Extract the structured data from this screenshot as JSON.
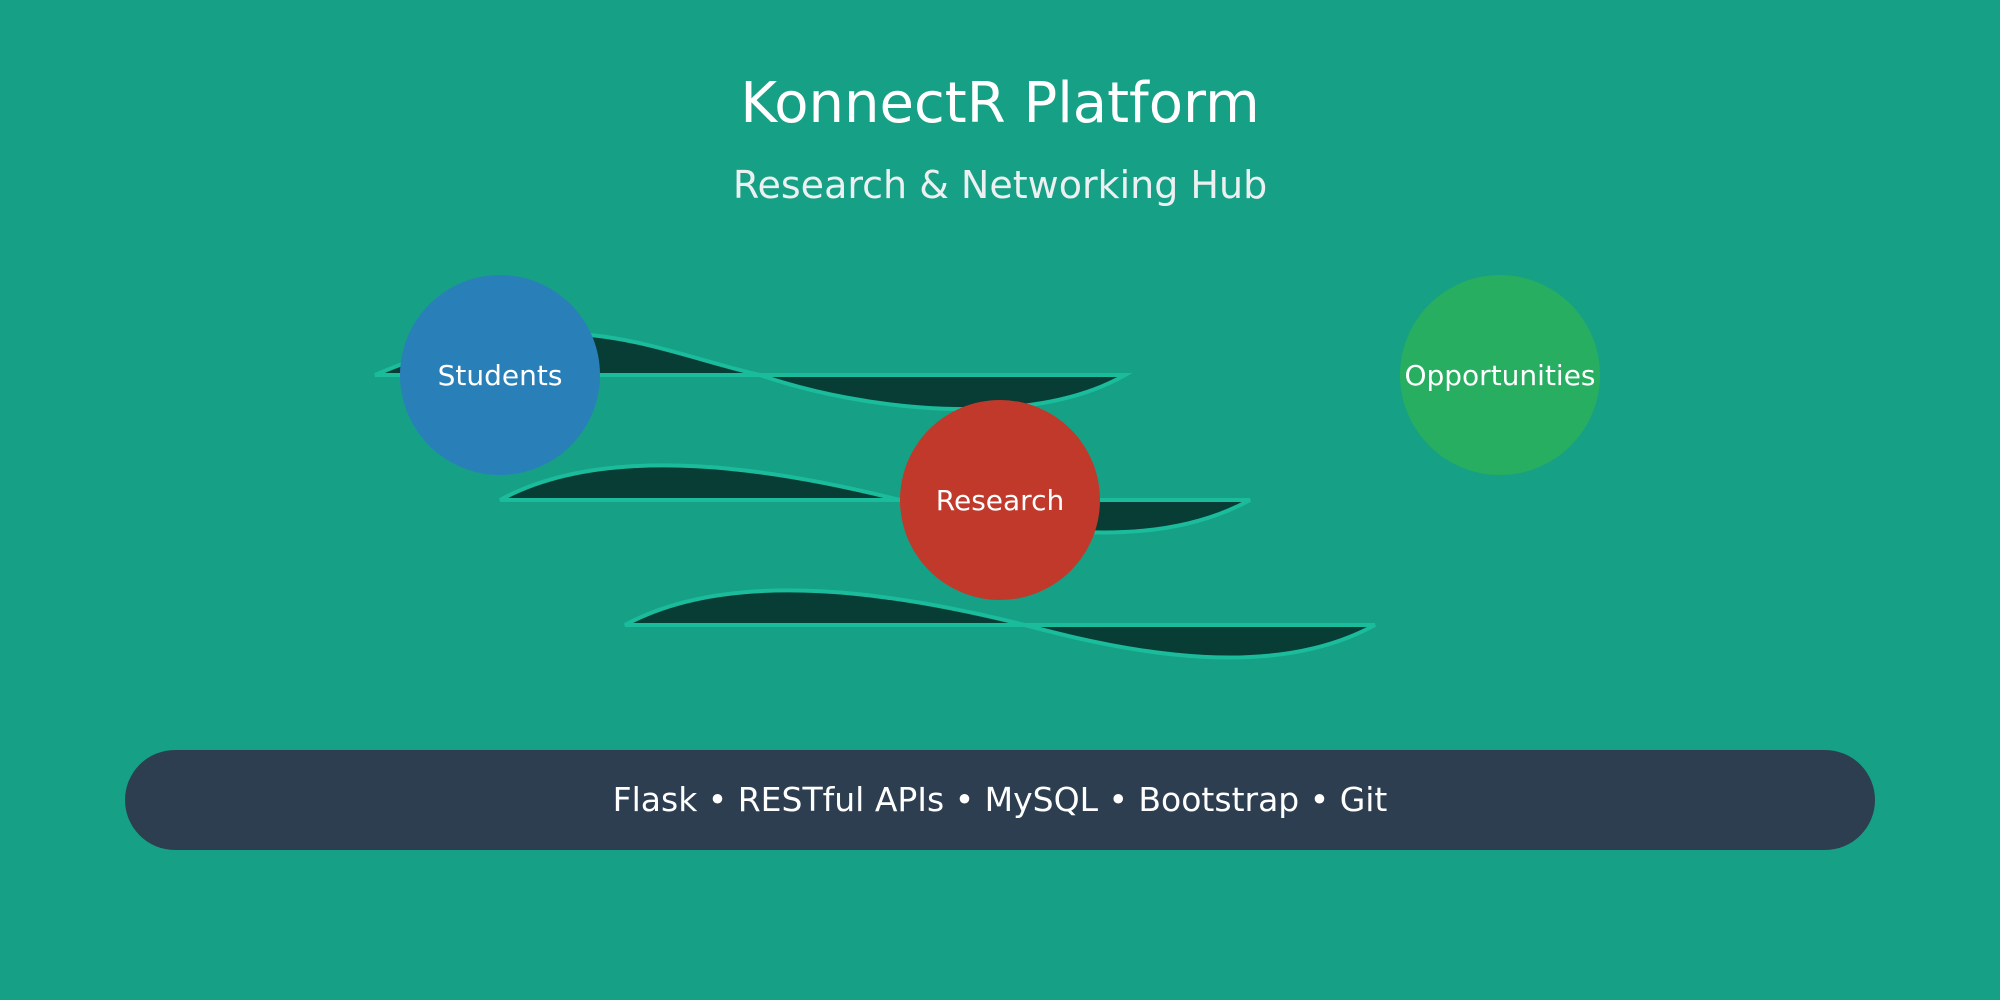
{
  "header": {
    "title": "KonnectR Platform",
    "subtitle": "Research & Networking Hub"
  },
  "nodes": [
    {
      "label": "Students",
      "color": "#2980b9"
    },
    {
      "label": "Research",
      "color": "#c0392b"
    },
    {
      "label": "Opportunities",
      "color": "#27ae60"
    }
  ],
  "tech_bar": {
    "text": "Flask • RESTful APIs • MySQL • Bootstrap • Git",
    "color": "#2c3e50"
  },
  "colors": {
    "background": "#16a085",
    "wave_fill": "#073d35",
    "wave_stroke": "#1abc9c"
  }
}
